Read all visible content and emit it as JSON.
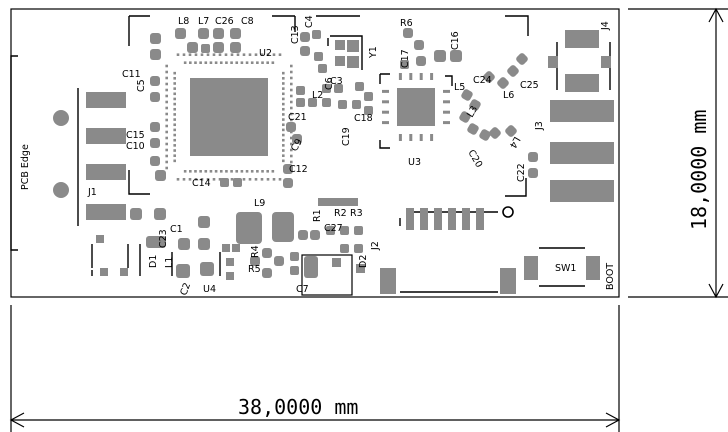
{
  "board": {
    "edge_label": "PCB Edge",
    "boot_label": "BOOT"
  },
  "dimensions": {
    "width": "38,0000 mm",
    "height": "18,0000 mm"
  },
  "refs": {
    "U2": "U2",
    "U3": "U3",
    "U4": "U4",
    "J1": "J1",
    "J2": "J2",
    "J3": "J3",
    "J4": "J4",
    "SW1": "SW1",
    "Y1": "Y1",
    "D1": "D1",
    "D2": "D2",
    "L1": "L1",
    "L2": "L2",
    "L3": "L3",
    "L4": "L4",
    "L5": "L5",
    "L6": "L6",
    "L7": "L7",
    "L8": "L8",
    "L9": "L9",
    "R1": "R1",
    "R2": "R2",
    "R3": "R3",
    "R4": "R4",
    "R5": "R5",
    "R6": "R6",
    "C1": "C1",
    "C2": "C2",
    "C3": "C3",
    "C4": "C4",
    "C5": "C5",
    "C6": "C6",
    "C7": "C7",
    "C8": "C8",
    "C9": "C9",
    "C10": "C10",
    "C11": "C11",
    "C12": "C12",
    "C13": "C13",
    "C14": "C14",
    "C15": "C15",
    "C16": "C16",
    "C17": "C17",
    "C18": "C18",
    "C19": "C19",
    "C20": "C20",
    "C21": "C21",
    "C22": "C22",
    "C23": "C23",
    "C24": "C24",
    "C25": "C25",
    "C26": "C26",
    "C27": "C27"
  },
  "colors": {
    "pad": "#8a8a8a",
    "silkscreen": "#000000",
    "background": "#ffffff"
  }
}
